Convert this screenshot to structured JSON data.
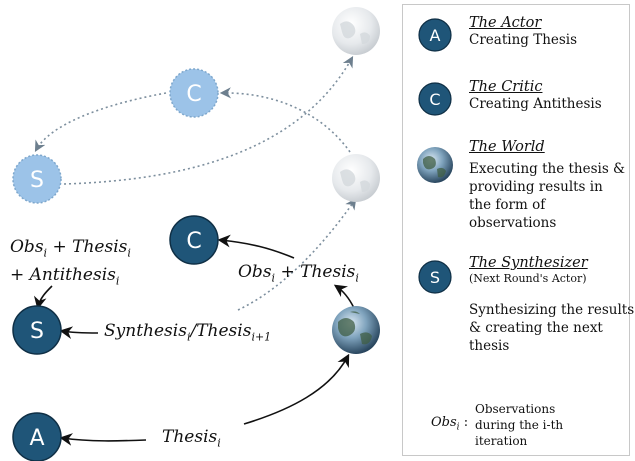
{
  "nodes": {
    "actor_letter": "A",
    "critic_letter": "C",
    "synth_letter": "S"
  },
  "colors": {
    "dark_node": "#1f5578",
    "light_node": "#9cc3e8",
    "arrow": "#111111",
    "dotted": "#7d8f9e"
  },
  "labels": {
    "obs": "Obs",
    "thesis": "Thesis",
    "antithesis": "Antithesis",
    "synthesis": "Synthesis",
    "sub_i": "i",
    "sub_i1": "i+1",
    "plus": "+",
    "slash": "/",
    "colon": ":"
  },
  "legend": {
    "actor": {
      "letter": "A",
      "title": "The Actor",
      "desc": "Creating Thesis"
    },
    "critic": {
      "letter": "C",
      "title": "The Critic",
      "desc": "Creating Antithesis"
    },
    "world": {
      "icon": "globe-icon",
      "title": "The World",
      "desc": "Executing the thesis & providing results in the form of observations"
    },
    "synthesizer": {
      "letter": "S",
      "title": "The Synthesizer",
      "note": "(Next Round's Actor)",
      "desc": "Synthesizing the results & creating the next thesis"
    },
    "obs_note": {
      "symbol": "Obs",
      "sub": "i",
      "desc": "Observations during the i-th iteration"
    }
  }
}
